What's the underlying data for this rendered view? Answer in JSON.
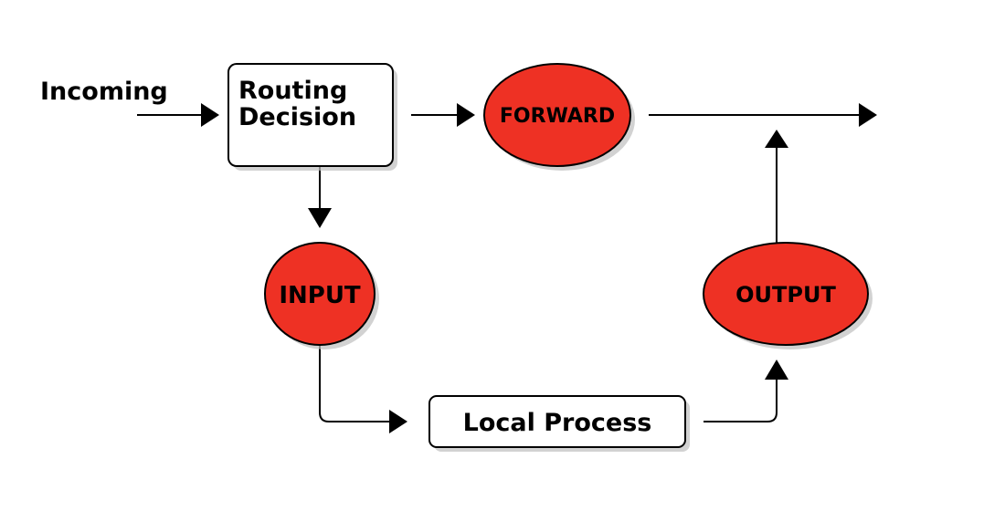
{
  "nodes": {
    "incoming": {
      "text": "Incoming"
    },
    "routing_decision": {
      "lines": [
        "Routing",
        "Decision"
      ]
    },
    "forward": {
      "text": "FORWARD"
    },
    "input": {
      "text": "INPUT"
    },
    "output": {
      "text": "OUTPUT"
    },
    "local_process": {
      "text": "Local Process"
    }
  },
  "colors": {
    "chain_fill": "#ee3124",
    "box_fill": "#ffffff",
    "stroke": "#000000"
  }
}
